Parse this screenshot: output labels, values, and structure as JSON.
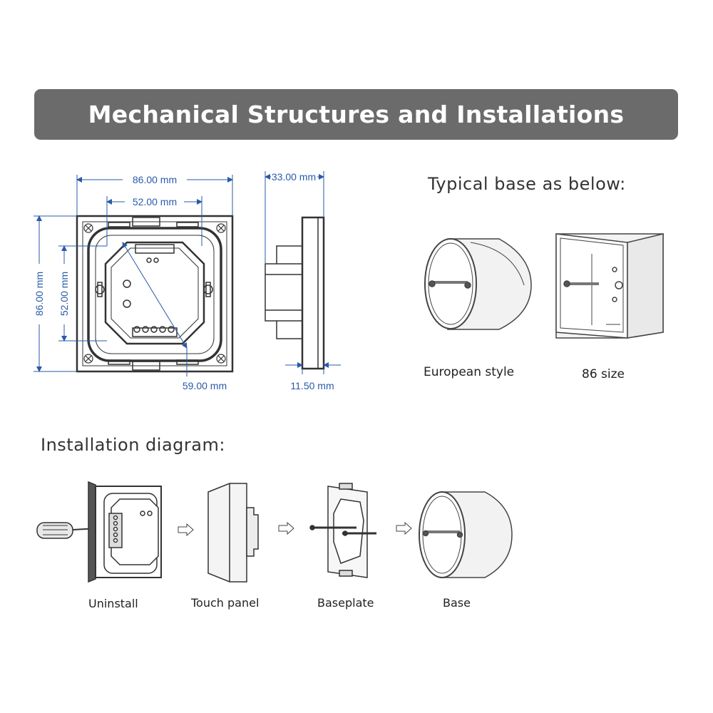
{
  "title": "Mechanical Structures and Installations",
  "typical_base": {
    "heading": "Typical base as below:",
    "items": [
      {
        "label": "European style"
      },
      {
        "label": "86 size"
      }
    ]
  },
  "front_view": {
    "dims": {
      "width_outer": "86.00 mm",
      "width_inner": "52.00 mm",
      "height_outer": "86.00 mm",
      "height_inner": "52.00 mm",
      "diagonal": "59.00 mm"
    }
  },
  "side_view": {
    "dims": {
      "depth": "33.00 mm",
      "thickness": "11.50 mm"
    }
  },
  "installation": {
    "heading": "Installation diagram:",
    "steps": [
      {
        "label": "Uninstall"
      },
      {
        "label": "Touch panel"
      },
      {
        "label": "Baseplate"
      },
      {
        "label": "Base"
      }
    ],
    "arrow_icon": "hollow-right-arrow-icon"
  },
  "colors": {
    "title_bar": "#6b6b6b",
    "dimension_lines": "#2a5aa8",
    "line_art": "#333333"
  }
}
